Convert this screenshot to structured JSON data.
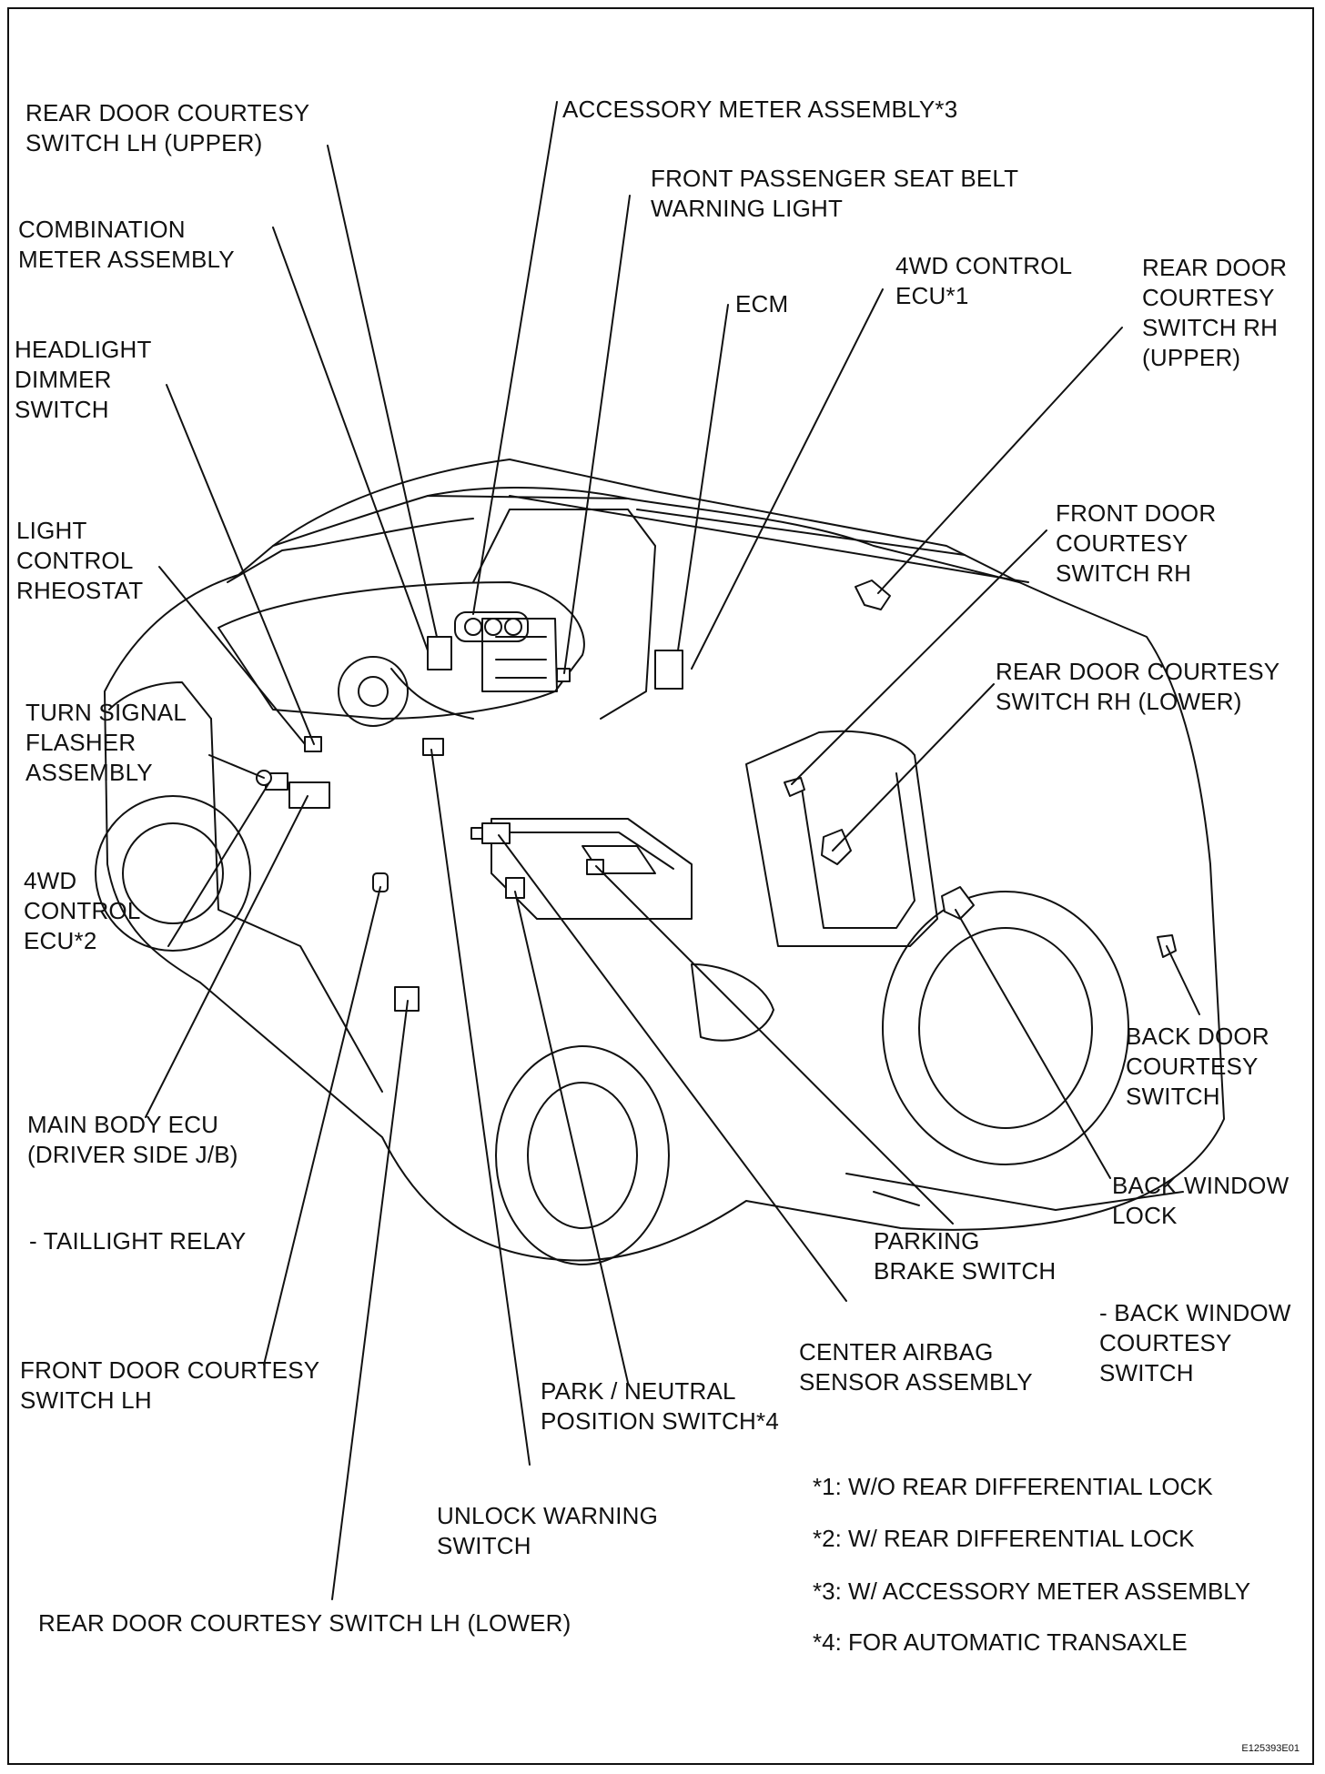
{
  "labels": {
    "rear_door_lh_upper": "REAR DOOR COURTESY\nSWITCH LH (UPPER)",
    "accessory_meter": "ACCESSORY METER ASSEMBLY*3",
    "front_pass_belt": "FRONT PASSENGER SEAT BELT\nWARNING LIGHT",
    "combination_meter": "COMBINATION\nMETER ASSEMBLY",
    "fourwd_ecu1": "4WD CONTROL\nECU*1",
    "rear_door_rh_upper": "REAR DOOR\nCOURTESY\nSWITCH RH\n(UPPER)",
    "ecm": "ECM",
    "headlight_dimmer": "HEADLIGHT\nDIMMER\nSWITCH",
    "front_door_rh": "FRONT DOOR\nCOURTESY\nSWITCH RH",
    "light_rheostat": "LIGHT\nCONTROL\nRHEOSTAT",
    "rear_door_rh_lower": "REAR DOOR COURTESY\nSWITCH RH (LOWER)",
    "turn_signal": "TURN SIGNAL\nFLASHER\nASSEMBLY",
    "fourwd_ecu2": "4WD\nCONTROL\nECU*2",
    "back_door": "BACK DOOR\nCOURTESY\nSWITCH",
    "main_body_ecu": "MAIN BODY ECU\n(DRIVER SIDE J/B)",
    "back_window_lock": "BACK WINDOW\nLOCK",
    "taillight_relay": "- TAILLIGHT RELAY",
    "parking_brake": "PARKING\nBRAKE SWITCH",
    "back_window_courtesy": "- BACK WINDOW\nCOURTESY\nSWITCH",
    "center_airbag": "CENTER AIRBAG\nSENSOR ASSEMBLY",
    "front_door_lh": "FRONT DOOR COURTESY\nSWITCH LH",
    "park_neutral": "PARK / NEUTRAL\nPOSITION SWITCH*4",
    "unlock_warning": "UNLOCK WARNING\nSWITCH",
    "rear_door_lh_lower": "REAR DOOR COURTESY SWITCH LH (LOWER)"
  },
  "notes": [
    "*1: W/O REAR DIFFERENTIAL LOCK",
    "*2: W/ REAR DIFFERENTIAL LOCK",
    "*3: W/ ACCESSORY METER ASSEMBLY",
    "*4: FOR AUTOMATIC TRANSAXLE"
  ],
  "figure_code": "E125393E01"
}
